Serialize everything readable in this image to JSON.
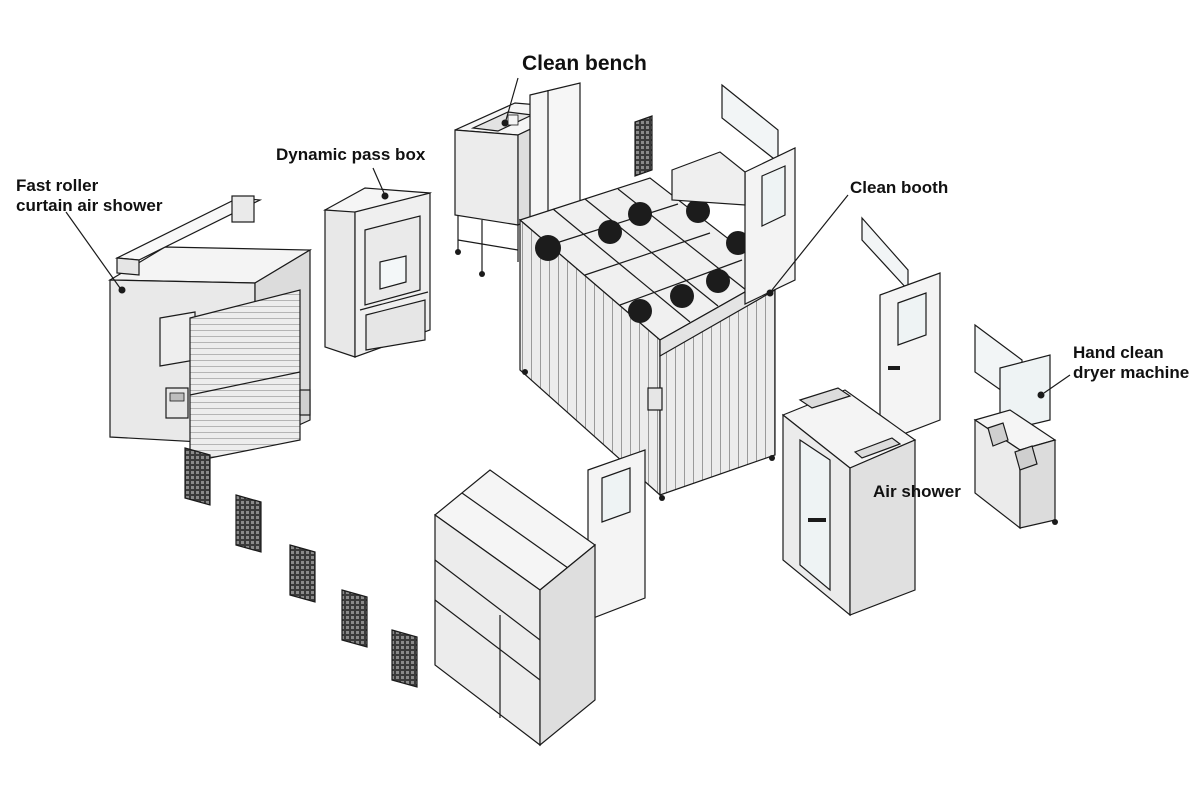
{
  "labels": {
    "fast_roller": [
      "Fast  roller",
      "curtain air shower"
    ],
    "pass_box": "Dynamic pass box",
    "clean_bench": "Clean bench",
    "clean_booth": "Clean booth",
    "hand_dryer": [
      "Hand clean",
      "dryer machine"
    ],
    "air_shower": "Air shower"
  },
  "colors": {
    "outline": "#1a1a1a",
    "panel_light": "#f2f2f2",
    "panel_mid": "#e2e2e2",
    "panel_dark": "#cfcfcf",
    "glass": "#eef3f4",
    "fan_dark": "#1c1c1c",
    "grille_dark": "#2a2a2a"
  }
}
